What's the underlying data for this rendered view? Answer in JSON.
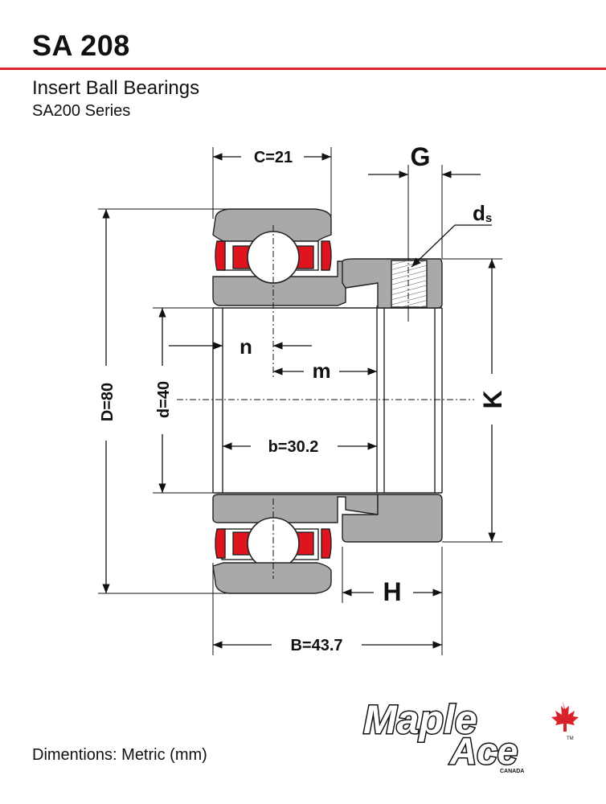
{
  "header": {
    "model": "SA 208",
    "product_type": "Insert Ball Bearings",
    "series": "SA200 Series"
  },
  "dimensions": {
    "C": "C=21",
    "G": "G",
    "ds": "d",
    "ds_sub": "s",
    "n": "n",
    "m": "m",
    "D": "D=80",
    "d": "d=40",
    "b": "b=30.2",
    "K": "K",
    "H": "H",
    "B": "B=43.7"
  },
  "footer": {
    "units_note": "Dimentions: Metric (mm)"
  },
  "logo": {
    "line1": "Maple",
    "line2": "Ace",
    "country": "CANADA",
    "tm": "TM",
    "icon": "maple-leaf-icon"
  },
  "colors": {
    "accent_red": "#d9232a",
    "ring_gray": "#a9a9a9",
    "seal_red": "#e0141e"
  }
}
